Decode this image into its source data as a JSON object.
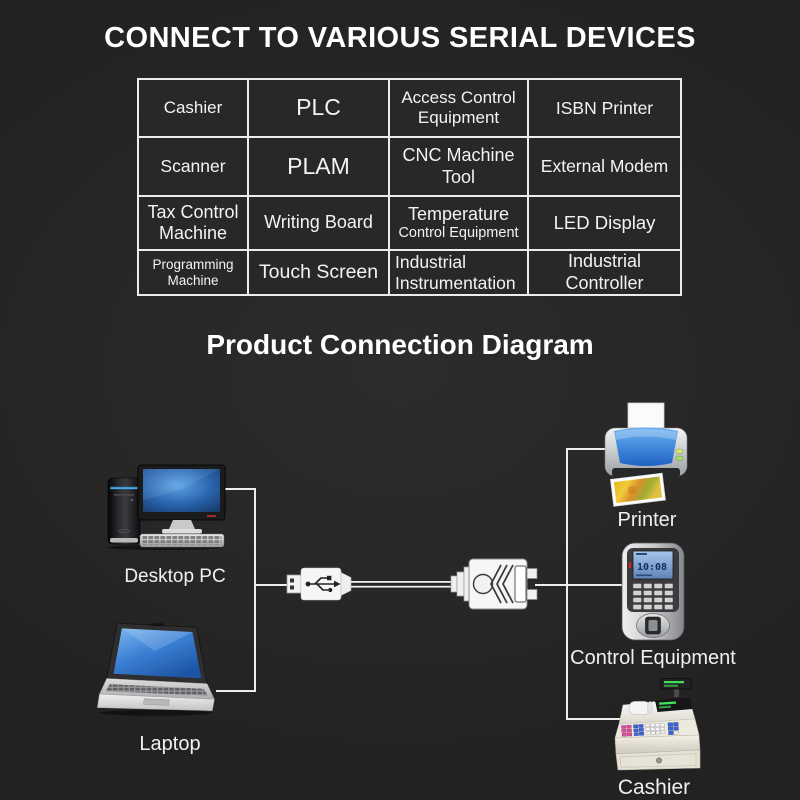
{
  "header": {
    "title": "CONNECT TO VARIOUS SERIAL DEVICES"
  },
  "device_table": {
    "rows": [
      [
        {
          "lines": [
            "Cashier"
          ]
        },
        {
          "lines": [
            "PLC"
          ]
        },
        {
          "lines": [
            "Access Control",
            "Equipment"
          ]
        },
        {
          "lines": [
            "ISBN Printer"
          ]
        }
      ],
      [
        {
          "lines": [
            "Scanner"
          ]
        },
        {
          "lines": [
            "PLAM"
          ]
        },
        {
          "lines": [
            "CNC Machine",
            "Tool"
          ]
        },
        {
          "lines": [
            "External Modem"
          ]
        }
      ],
      [
        {
          "lines": [
            "Tax Control",
            "Machine"
          ]
        },
        {
          "lines": [
            "Writing Board"
          ]
        },
        {
          "lines": [
            "Temperature",
            "Control Equipment"
          ]
        },
        {
          "lines": [
            "LED Display"
          ]
        }
      ],
      [
        {
          "lines": [
            "Programming",
            "Machine"
          ]
        },
        {
          "lines": [
            "Touch Screen"
          ]
        },
        {
          "lines": [
            "Industrial",
            "Instrumentation"
          ]
        },
        {
          "lines": [
            "Industrial",
            "Controller"
          ]
        }
      ]
    ]
  },
  "diagram": {
    "title": "Product Connection Diagram",
    "nodes": {
      "desktop_pc": {
        "label": "Desktop PC"
      },
      "laptop": {
        "label": "Laptop"
      },
      "printer": {
        "label": "Printer"
      },
      "control_equipment": {
        "label": "Control Equipment",
        "screen_text": "10:08"
      },
      "cashier": {
        "label": "Cashier"
      }
    },
    "connections": [
      {
        "from": "Desktop PC",
        "to": "USB-serial cable"
      },
      {
        "from": "Laptop",
        "to": "USB-serial cable"
      },
      {
        "from": "USB-serial cable",
        "to": "Printer"
      },
      {
        "from": "USB-serial cable",
        "to": "Control Equipment"
      },
      {
        "from": "USB-serial cable",
        "to": "Cashier"
      }
    ]
  },
  "colors": {
    "background": "#262626",
    "text": "#f5f5f5",
    "table_border": "#ececec",
    "connector_line": "#ededed",
    "screen_blue": "#2f7fd6",
    "printer_blue": "#2a6fd0",
    "lcd_blue": "#8fb4e0",
    "led_red": "#cc2222",
    "register_key_pink": "#d94f9e",
    "register_key_blue": "#3a64d8",
    "display_green": "#43e05c"
  }
}
